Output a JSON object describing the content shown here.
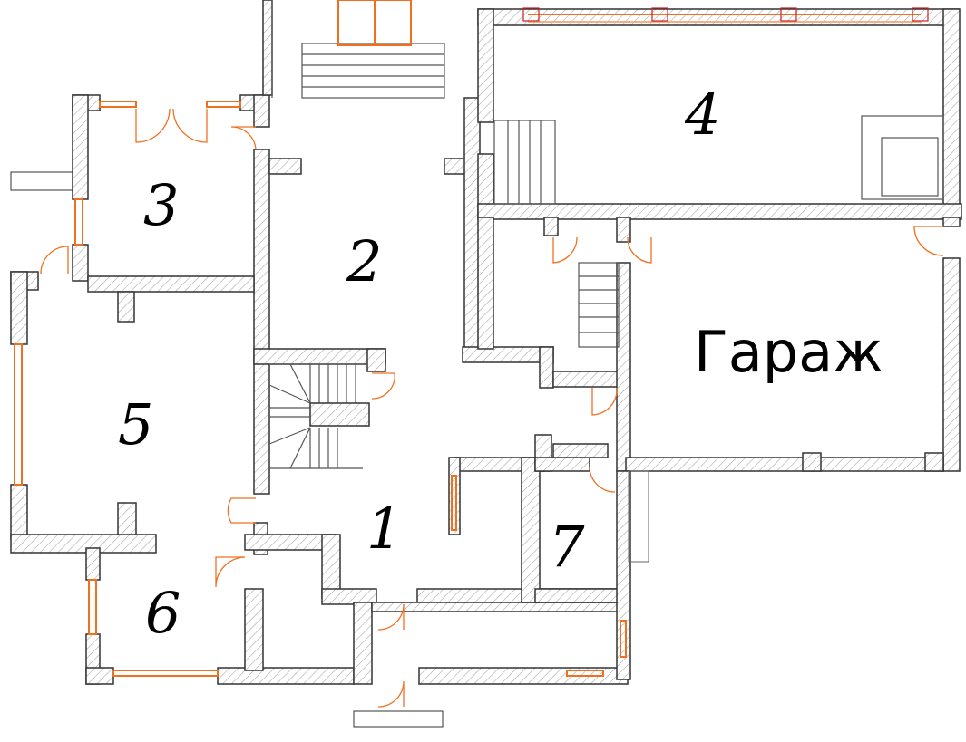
{
  "floor_plan": {
    "rooms": [
      {
        "id": "1",
        "label": "1"
      },
      {
        "id": "2",
        "label": "2"
      },
      {
        "id": "3",
        "label": "3"
      },
      {
        "id": "4",
        "label": "4"
      },
      {
        "id": "5",
        "label": "5"
      },
      {
        "id": "6",
        "label": "6"
      },
      {
        "id": "7",
        "label": "7"
      }
    ],
    "garage": {
      "label": "Гараж"
    },
    "colors": {
      "walls": "#333333",
      "hatch": "#999999",
      "openings": "#f07020",
      "columns": "#cc2020"
    }
  }
}
